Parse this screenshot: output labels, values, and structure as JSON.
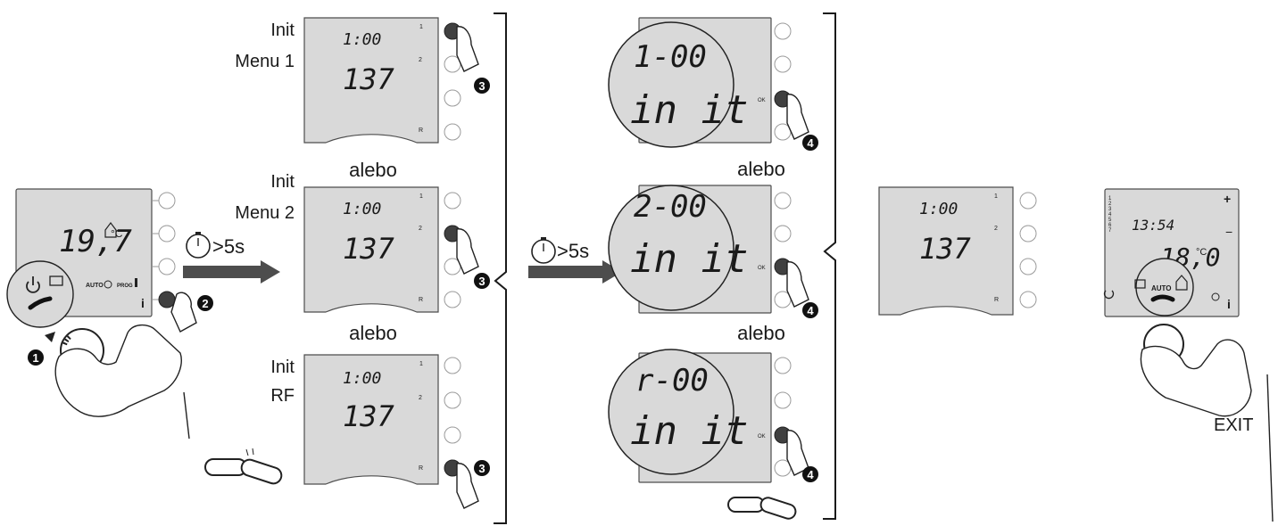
{
  "labels": {
    "or_word": "alebo",
    "timer_label": ">5s",
    "exit": "EXIT",
    "init": "Init",
    "menu1": "Menu 1",
    "menu2": "Menu 2",
    "rf": "RF"
  },
  "thermostat_display": {
    "temp": "19,7",
    "unit": "°C",
    "modes": [
      "AUTO",
      "PROG"
    ],
    "info": "i"
  },
  "step_badges": [
    "1",
    "2",
    "3",
    "4"
  ],
  "init_screens": [
    {
      "line1": "1:00",
      "line2": "137"
    },
    {
      "line1": "1:00",
      "line2": "137"
    },
    {
      "line1": "1:00",
      "line2": "137"
    }
  ],
  "side_keys": [
    "1",
    "2",
    "R"
  ],
  "ok_key": "OK",
  "zoom_screens": [
    {
      "line1": "1-00",
      "line2": "in it"
    },
    {
      "line1": "2-00",
      "line2": "in it"
    },
    {
      "line1": "r-00",
      "line2": "in it"
    }
  ],
  "result_screen": {
    "line1": "1:00",
    "line2": "137"
  },
  "final_display": {
    "time": "13:54",
    "temp": "18,0",
    "unit": "°C",
    "days": [
      "1",
      "2",
      "3",
      "4",
      "5",
      "6",
      "7"
    ],
    "mode": "AUTO",
    "plus": "+",
    "minus": "−",
    "info": "i"
  }
}
